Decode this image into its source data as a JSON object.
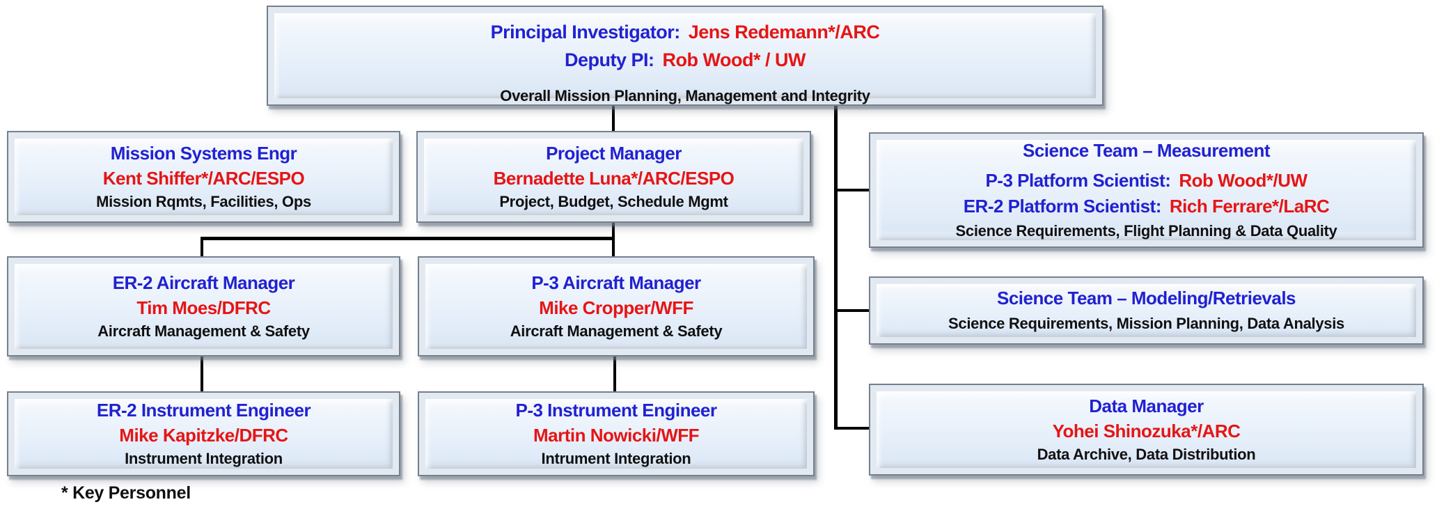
{
  "colors": {
    "role_title_blue": "#2121d1",
    "person_name_red": "#e51515",
    "duties_black": "#101010",
    "connector_black": "#000000",
    "box_fill_light_blue": "#e3edf9",
    "box_frame_silver": "#e2e9f0"
  },
  "top_box": {
    "pi_label": "Principal Investigator:",
    "pi_name": "Jens Redemann*/ARC",
    "deputy_label": "Deputy PI:",
    "deputy_name": "Rob Wood* / UW",
    "duties": "Overall Mission Planning, Management and Integrity"
  },
  "boxes": {
    "mission_systems": {
      "title": "Mission Systems Engr",
      "person": "Kent Shiffer*/ARC/ESPO",
      "duties": "Mission Rqmts, Facilities, Ops"
    },
    "project_manager": {
      "title": "Project Manager",
      "person": "Bernadette Luna*/ARC/ESPO",
      "duties": "Project, Budget, Schedule Mgmt"
    },
    "science_measurement": {
      "title": "Science Team – Measurement",
      "roles": [
        {
          "label": "P-3 Platform Scientist:",
          "name": "Rob Wood*/UW"
        },
        {
          "label": "ER-2 Platform Scientist:",
          "name": "Rich Ferrare*/LaRC"
        }
      ],
      "duties": "Science Requirements, Flight Planning & Data Quality"
    },
    "er2_aircraft_manager": {
      "title": "ER-2 Aircraft Manager",
      "person": "Tim Moes/DFRC",
      "duties": "Aircraft Management & Safety"
    },
    "p3_aircraft_manager": {
      "title": "P-3 Aircraft Manager",
      "person": "Mike Cropper/WFF",
      "duties": "Aircraft Management & Safety"
    },
    "science_modeling": {
      "title": "Science Team – Modeling/Retrievals",
      "duties": "Science Requirements, Mission Planning, Data Analysis"
    },
    "er2_instrument_engineer": {
      "title": "ER-2 Instrument Engineer",
      "person": "Mike Kapitzke/DFRC",
      "duties": "Instrument Integration"
    },
    "p3_instrument_engineer": {
      "title": "P-3 Instrument Engineer",
      "person": "Martin Nowicki/WFF",
      "duties": "Intrument Integration"
    },
    "data_manager": {
      "title": "Data Manager",
      "person": "Yohei Shinozuka*/ARC",
      "duties": "Data Archive, Data Distribution"
    }
  },
  "footnote": "* Key Personnel"
}
